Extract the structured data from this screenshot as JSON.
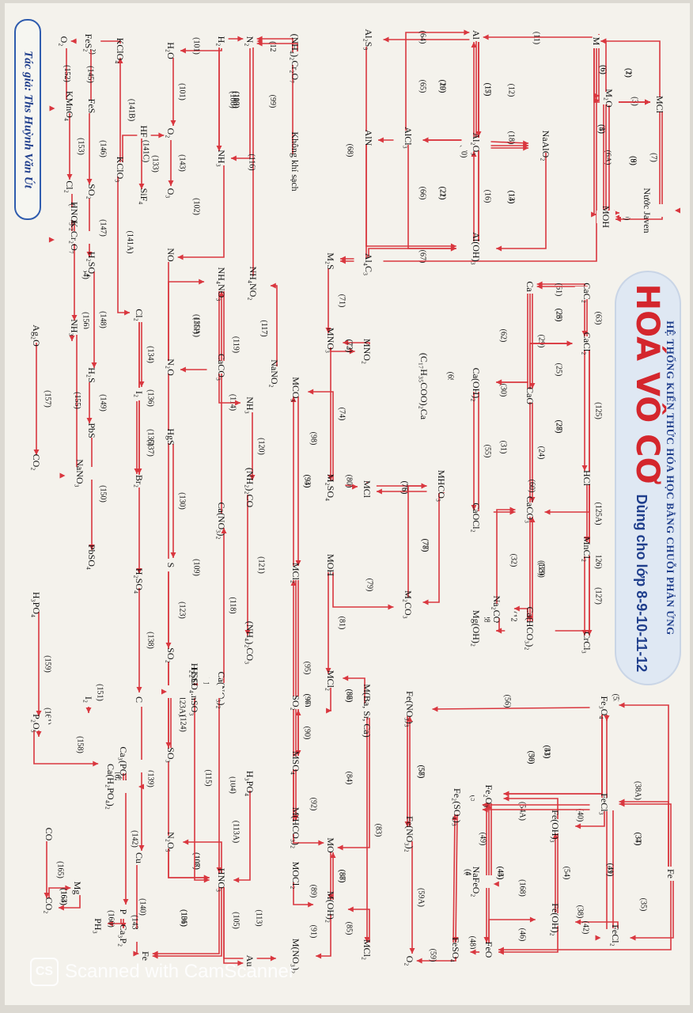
{
  "title": {
    "subtitle": "HỆ THỐNG KIẾN THỨC HÓA HỌC BẰNG CHUỖI PHẢN ỨNG",
    "main": "HOÁ VÔ CƠ",
    "grade": "Dùng cho lớp 8-9-10-11-12"
  },
  "author": "Tác giả: Ths Huỳnh Văn Út",
  "watermark": "Scanned with CamScanner",
  "watermark_logo": "CS",
  "colors": {
    "arrow": "#d9373f",
    "title_red": "#d4262d",
    "title_blue": "#1f3e8c",
    "banner_bg": "#dfe8f3"
  },
  "nodes": [
    {
      "id": "M",
      "label": "M"
    },
    {
      "id": "MCl",
      "label": "MCl"
    },
    {
      "id": "M2O",
      "label": "M₂O"
    },
    {
      "id": "MOH",
      "label": "MOH"
    },
    {
      "id": "Javen",
      "label": "Nước Javen"
    },
    {
      "id": "Al",
      "label": "Al"
    },
    {
      "id": "Al2S3",
      "label": "Al₂S₃"
    },
    {
      "id": "AlCl3",
      "label": "AlCl₃"
    },
    {
      "id": "AlN",
      "label": "AlN"
    },
    {
      "id": "Al2O3",
      "label": "Al₂O₃"
    },
    {
      "id": "NaAlO2",
      "label": "NaAlO₂"
    },
    {
      "id": "AlOH3",
      "label": "Al(OH)₃"
    },
    {
      "id": "Al4C3",
      "label": "Al₄C₃"
    },
    {
      "id": "NH42Cr2O7",
      "label": "(NH₄)₂Cr₂O₇"
    },
    {
      "id": "KhongKhi",
      "label": "Không khí sạch"
    },
    {
      "id": "N2",
      "label": "N₂"
    },
    {
      "id": "H2",
      "label": "H₂"
    },
    {
      "id": "H2O",
      "label": "H₂O"
    },
    {
      "id": "O2a",
      "label": "O₂"
    },
    {
      "id": "NH3a",
      "label": "NH₃"
    },
    {
      "id": "O3",
      "label": "O₃"
    },
    {
      "id": "NO",
      "label": "NO"
    },
    {
      "id": "N2O",
      "label": "N₂O"
    },
    {
      "id": "NH4NO2",
      "label": "NH₄NO₂"
    },
    {
      "id": "NH4NO3",
      "label": "NH₄NO₃"
    },
    {
      "id": "NaNO2",
      "label": "NaNO₂"
    },
    {
      "id": "O2b",
      "label": "O₂"
    },
    {
      "id": "KClO4",
      "label": "KClO₄"
    },
    {
      "id": "FeS2",
      "label": "FeS₂"
    },
    {
      "id": "FeS",
      "label": "FeS"
    },
    {
      "id": "KMnO4",
      "label": "KMnO₄"
    },
    {
      "id": "HF",
      "label": "HF"
    },
    {
      "id": "KClO3",
      "label": "KClO₃"
    },
    {
      "id": "SiF4",
      "label": "SiF₄"
    },
    {
      "id": "SO2a",
      "label": "SO₂"
    },
    {
      "id": "Cl2a",
      "label": "Cl₂"
    },
    {
      "id": "K2Cr2O7",
      "label": "K₂Cr₂O₇"
    },
    {
      "id": "HNO3a",
      "label": "HNO₃"
    },
    {
      "id": "H2SO4a",
      "label": "H₂SO₄"
    },
    {
      "id": "Cl2b",
      "label": "Cl₂"
    },
    {
      "id": "NH3b",
      "label": "NH₃"
    },
    {
      "id": "H2S",
      "label": "H₂S"
    },
    {
      "id": "Ag2O",
      "label": "Ag₂O"
    },
    {
      "id": "I2a",
      "label": "I₂"
    },
    {
      "id": "CaCO3a",
      "label": "CaCO₃"
    },
    {
      "id": "HgS",
      "label": "HgS"
    },
    {
      "id": "PbS",
      "label": "PbS"
    },
    {
      "id": "NH3c",
      "label": "NH₃"
    },
    {
      "id": "CO2a",
      "label": "CO₂"
    },
    {
      "id": "NaNO3",
      "label": "NaNO₃"
    },
    {
      "id": "Br2",
      "label": "Br₂"
    },
    {
      "id": "PbSO4",
      "label": "PbSO₄"
    },
    {
      "id": "NH22CO",
      "label": "(NH₂)₂CO"
    },
    {
      "id": "CaNO32a",
      "label": "Ca(NO₃)₂"
    },
    {
      "id": "S",
      "label": "S"
    },
    {
      "id": "H2SO4b",
      "label": "H₂SO₄"
    },
    {
      "id": "MCO3",
      "label": "MCO₃"
    },
    {
      "id": "MNO3",
      "label": "MNO₃"
    },
    {
      "id": "MNO2",
      "label": "MNO₂"
    },
    {
      "id": "C17",
      "label": "(C₁₇H₃₅COO)₂Ca"
    },
    {
      "id": "M2S",
      "label": "M₂S"
    },
    {
      "id": "M2SO4",
      "label": "M₂SO₄"
    },
    {
      "id": "MCl2a",
      "label": "MCl₂"
    },
    {
      "id": "MCl_b",
      "label": "MCl"
    },
    {
      "id": "MHCO3",
      "label": "MHCO₃"
    },
    {
      "id": "MOH2",
      "label": "MOH"
    },
    {
      "id": "M2CO3",
      "label": "M₂CO₃"
    },
    {
      "id": "Ca",
      "label": "Ca"
    },
    {
      "id": "CaC2",
      "label": "CaC₂"
    },
    {
      "id": "CaCl2",
      "label": "CaCl₂"
    },
    {
      "id": "CaOH2",
      "label": "Ca(OH)₂"
    },
    {
      "id": "CaO",
      "label": "CaO"
    },
    {
      "id": "CaOCl2",
      "label": "CaOCl₂"
    },
    {
      "id": "CaCO3b",
      "label": "CaCO₃"
    },
    {
      "id": "HCl",
      "label": "HCl"
    },
    {
      "id": "MnCl2",
      "label": "MnCl₂"
    },
    {
      "id": "CaHCO32",
      "label": "Ca(HCO₃)₂"
    },
    {
      "id": "Na2CO3",
      "label": "Na₂CO₃"
    },
    {
      "id": "MgOH2",
      "label": "Mg(OH)₂"
    },
    {
      "id": "CrCl3",
      "label": "CrCl₃"
    },
    {
      "id": "H3PO4a",
      "label": "H₃PO₄"
    },
    {
      "id": "H2SO4c",
      "label": "H₂SO₄"
    },
    {
      "id": "SO2b",
      "label": "SO₂"
    },
    {
      "id": "CaNO32b",
      "label": "Ca(NO₃)₂"
    },
    {
      "id": "NH42CO3",
      "label": "(NH₄)₂CO₃"
    },
    {
      "id": "C",
      "label": "C"
    },
    {
      "id": "I2b",
      "label": "I₂"
    },
    {
      "id": "P2O5",
      "label": "P₂O₅"
    },
    {
      "id": "H2SO4nSO3",
      "label": "H₂SO₄.nSO₃"
    },
    {
      "id": "SO3",
      "label": "SO₃"
    },
    {
      "id": "Ca3PO42",
      "label": "Ca₃(PO₄)₂"
    },
    {
      "id": "CaH2PO42",
      "label": "Ca(H₂PO₄)₂"
    },
    {
      "id": "N2O5",
      "label": "N₂O₅"
    },
    {
      "id": "CO",
      "label": "CO"
    },
    {
      "id": "CO2b",
      "label": "CO₂"
    },
    {
      "id": "Mg",
      "label": "Mg"
    },
    {
      "id": "Cu",
      "label": "Cu"
    },
    {
      "id": "P",
      "label": "P"
    },
    {
      "id": "PH3",
      "label": "PH₃"
    },
    {
      "id": "Ca3P2",
      "label": "Ca₃P₂"
    },
    {
      "id": "HNO3b",
      "label": "HNO₃"
    },
    {
      "id": "H3PO4b",
      "label": "H₃PO₄"
    },
    {
      "id": "MCl2b",
      "label": "MCl₂"
    },
    {
      "id": "MBaSrCa",
      "label": "M(Ba, Sr, Ca)"
    },
    {
      "id": "SO2c",
      "label": "SO₂"
    },
    {
      "id": "MSO4",
      "label": "MSO₄"
    },
    {
      "id": "MHCO32",
      "label": "M(HCO₃)₂"
    },
    {
      "id": "MO",
      "label": "MO"
    },
    {
      "id": "MOCl2",
      "label": "MOCl₂"
    },
    {
      "id": "MOH2b",
      "label": "M(OH)₂"
    },
    {
      "id": "MNO32",
      "label": "M(NO₃)₂"
    },
    {
      "id": "MCl2c",
      "label": "MCl₂"
    },
    {
      "id": "Au",
      "label": "Au"
    },
    {
      "id": "Fe",
      "label": "Fe"
    },
    {
      "id": "FeNO33",
      "label": "Fe(NO₃)₃"
    },
    {
      "id": "Fe3O4",
      "label": "Fe₃O₄"
    },
    {
      "id": "FeCl3",
      "label": "FeCl₃"
    },
    {
      "id": "Fe2O3",
      "label": "Fe₂O₃"
    },
    {
      "id": "Fe2SO43",
      "label": "Fe₂(SO₄)₃"
    },
    {
      "id": "FeOH3",
      "label": "Fe(OH)₃"
    },
    {
      "id": "NaFeO2",
      "label": "NaFeO₂"
    },
    {
      "id": "FeNO32",
      "label": "Fe(NO₃)₂"
    },
    {
      "id": "FeCl2",
      "label": "FeCl₂"
    },
    {
      "id": "FeOH2",
      "label": "Fe(OH)₂"
    },
    {
      "id": "FeO",
      "label": "FeO"
    },
    {
      "id": "FeSO4",
      "label": "FeSO₄"
    },
    {
      "id": "O2c",
      "label": "O₂"
    },
    {
      "id": "Fe2",
      "label": "Fe"
    }
  ],
  "reactions": [
    "(1)",
    "(2)",
    "(3)",
    "(4)",
    "(5)",
    "(6)",
    "(6A)",
    "(7)",
    "(8)",
    "(9)",
    "(10)",
    "(11)",
    "(12)",
    "(13)",
    "(14)",
    "(15)",
    "(16)",
    "(17)",
    "(18)",
    "(19)",
    "(20)",
    "(21)",
    "(22)",
    "(23)",
    "(24)",
    "(25)",
    "(26)",
    "(27)",
    "(28)",
    "(29)",
    "(30)",
    "(31)",
    "(32)",
    "(33)",
    "(34)",
    "(35)",
    "(36)",
    "(37)",
    "(38)",
    "(38A)",
    "(39)",
    "(40)",
    "(41)",
    "(42)",
    "(43)",
    "(44)",
    "(45)",
    "(46)",
    "(47)",
    "(47A)",
    "(48)",
    "(49)",
    "(50)",
    "(51)",
    "(52)",
    "(53)",
    "(54)",
    "(54A)",
    "(55)",
    "(56)",
    "(57)",
    "(58)",
    "(59)",
    "(59A)",
    "(60)",
    "(61)",
    "(62)",
    "(63)",
    "(64)",
    "(65)",
    "(66)",
    "(67)",
    "(68)",
    "(69)",
    "(70)",
    "(71)",
    "(72)",
    "(73)",
    "(74)",
    "(75)",
    "(76)",
    "(77)",
    "(78)",
    "(79)",
    "(80)",
    "(81)",
    "(82)",
    "(83)",
    "(84)",
    "(85)",
    "(86)",
    "(87)",
    "(88)",
    "(89)",
    "(90)",
    "(91)",
    "(92)",
    "(93)",
    "(94)",
    "(95)",
    "(96)",
    "(97)",
    "(98)",
    "(99)",
    "(100)",
    "(101)",
    "(102)",
    "(103)",
    "(104)",
    "(105)",
    "(106)",
    "(107)",
    "(108)",
    "(109)",
    "(110)",
    "(111)",
    "(112)",
    "(113)",
    "(113A)",
    "(114)",
    "(115)",
    "(116)",
    "(117)",
    "(118)",
    "(119)",
    "(120)",
    "(121)",
    "(122)",
    "(123)",
    "(123A)",
    "(124)",
    "(125)",
    "(125A)",
    "(126)",
    "(127)",
    "(128)",
    "(128A)",
    "(129)",
    "(130)",
    "(131)",
    "(132)",
    "(133)",
    "(134)",
    "(135)",
    "(135A)",
    "(136)",
    "(137)",
    "(138)",
    "(139)",
    "(140)",
    "(141)",
    "(141A)",
    "(141B)",
    "(141C)",
    "(142)",
    "(143)",
    "(145)",
    "(146)",
    "(147)",
    "(148)",
    "(149)",
    "(150)",
    "(151)",
    "(152)",
    "(153)",
    "(154)",
    "(155)",
    "(156)",
    "(157)",
    "(158)",
    "(159)",
    "(160)",
    "(161)",
    "(162)",
    "(163)",
    "(164)",
    "(165)",
    "(166)",
    "(168)"
  ]
}
